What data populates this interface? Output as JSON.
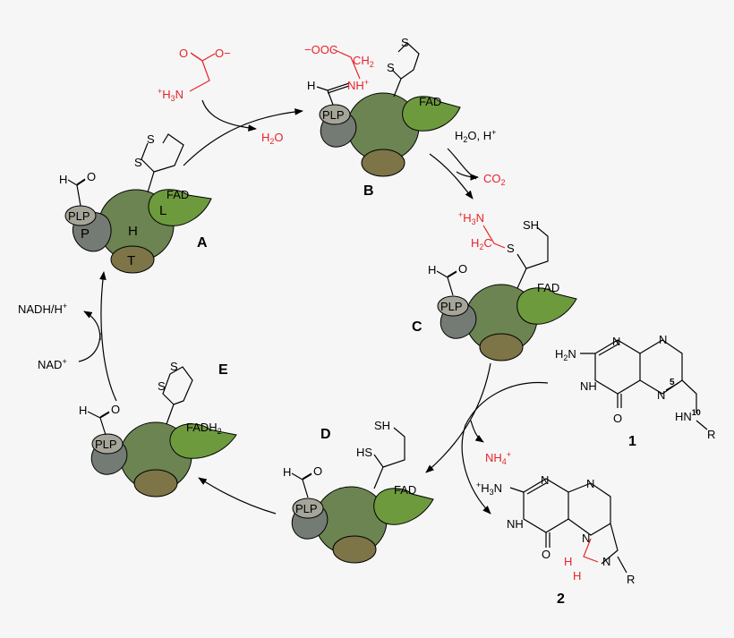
{
  "subunits": {
    "p": "P",
    "h": "H",
    "t": "T",
    "l": "L",
    "plp": "PLP",
    "fad": "FAD",
    "fadh2": "FADH",
    "fadh2_sub": "2"
  },
  "states": {
    "a": "A",
    "b": "B",
    "c": "C",
    "d": "D",
    "e": "E"
  },
  "atoms": {
    "s": "S",
    "h": "H",
    "o": "O",
    "n": "N",
    "r": "R",
    "sh": "SH",
    "hs": "HS",
    "nh_plus": "NH",
    "plus": "+",
    "h3n_plus_prefix": "+",
    "h3n": "H",
    "h3n_sub": "3",
    "h3n_n": "N",
    "h2c": "H",
    "h2c_sub": "2",
    "h2c_c": "C",
    "ch2": "CH",
    "ch2_sub": "2",
    "ooc": "−OOC",
    "o_minus": "O−",
    "nh2_h": "H",
    "nh2_sub": "2",
    "nh2_n": "N",
    "nh": "NH",
    "hn": "HN",
    "hn10_sup": "10",
    "pos5": "5"
  },
  "reagents": {
    "glycine_top": "O",
    "glycine_ominus": "O−",
    "h2o": "H",
    "h2o_sub": "2",
    "h2o_o": "O",
    "h2o_hplus": "H",
    "h2o_hplus_o": "O, H",
    "hplus_sup": "+",
    "co2": "CO",
    "co2_sub": "2",
    "nh4": "NH",
    "nh4_sub": "4",
    "nh4_sup": "+",
    "nadh": "NADH/H",
    "nadh_sup": "+",
    "nad": "NAD",
    "nad_sup": "+"
  },
  "compounds": {
    "one": "1",
    "two": "2"
  },
  "colors": {
    "h_protein": "#6b8451",
    "l_protein": "#6e9a3e",
    "p_protein": "#747a74",
    "t_protein": "#7d7447",
    "plp": "#a5a59a",
    "highlight": "#e8232a",
    "background": "#f6f6f6"
  }
}
